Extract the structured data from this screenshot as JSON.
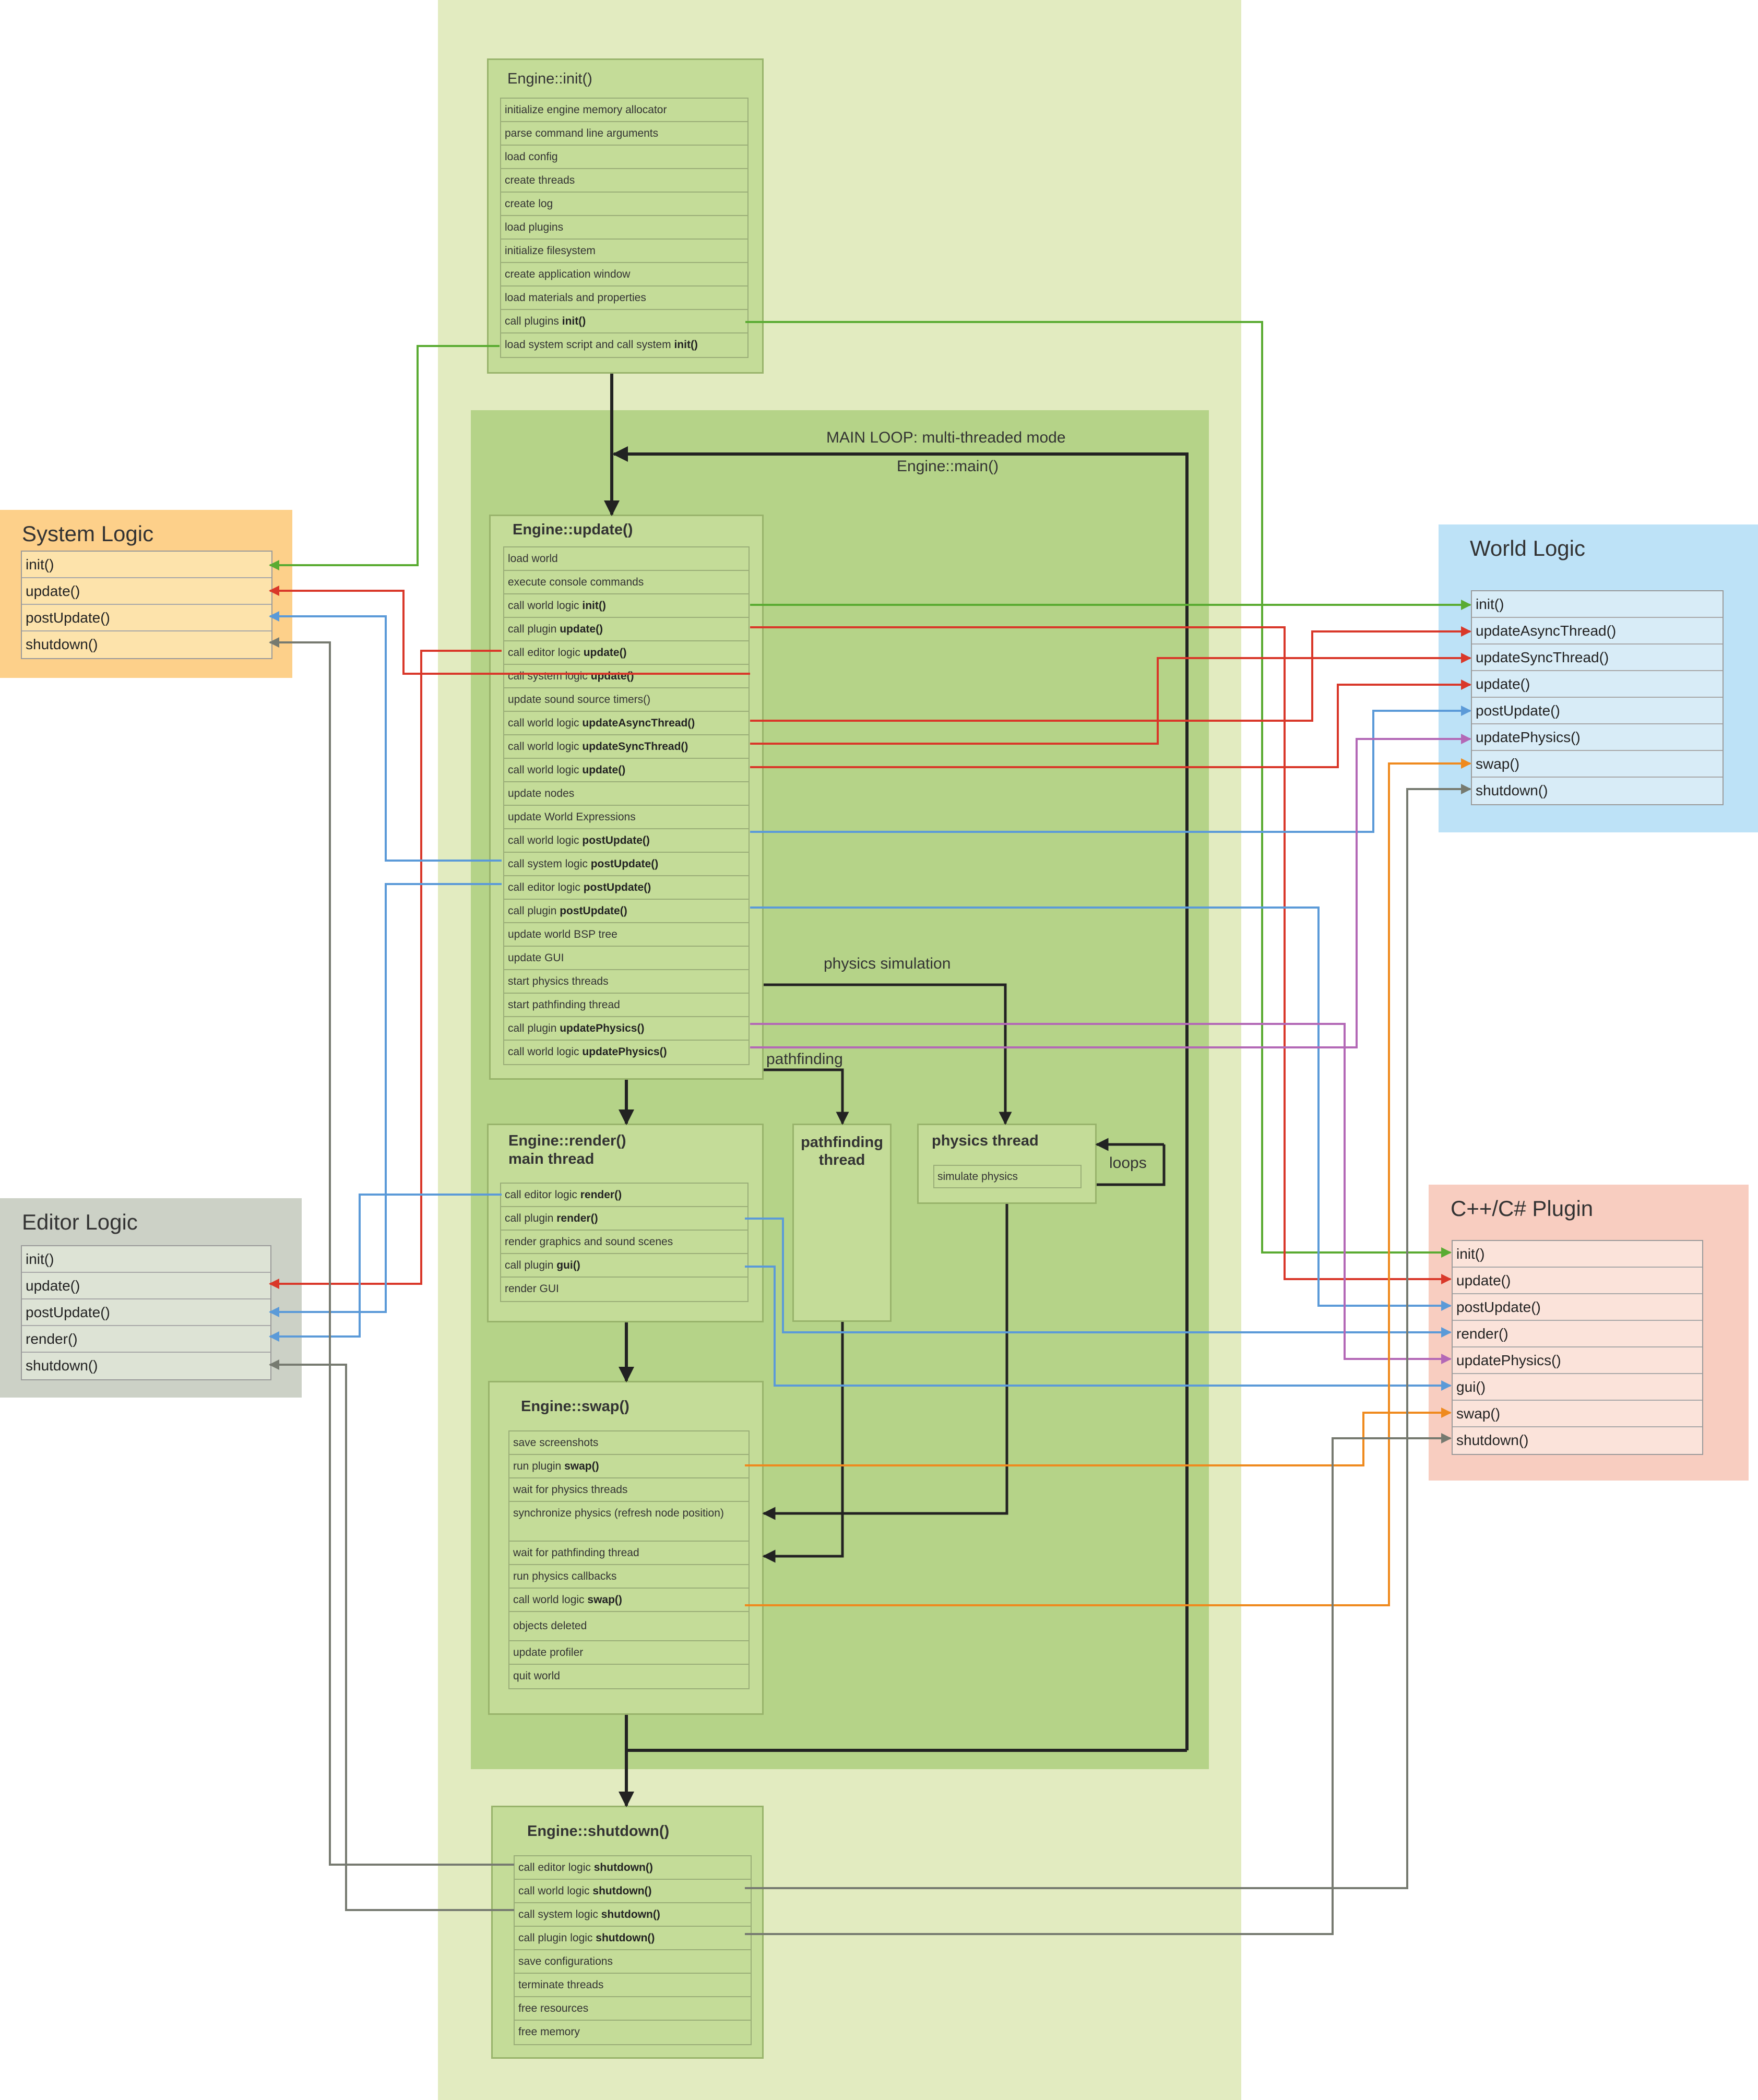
{
  "main_loop": {
    "label": "MAIN LOOP: multi-threaded mode",
    "sublabel": "Engine::main()"
  },
  "init": {
    "title": "Engine::init()",
    "rows": [
      {
        "text": "initialize engine memory allocator",
        "bold": ""
      },
      {
        "text": "parse command line arguments",
        "bold": ""
      },
      {
        "text": "load config",
        "bold": ""
      },
      {
        "text": "create threads",
        "bold": ""
      },
      {
        "text": "create log",
        "bold": ""
      },
      {
        "text": "load plugins",
        "bold": ""
      },
      {
        "text": "initialize filesystem",
        "bold": ""
      },
      {
        "text": "create application window",
        "bold": ""
      },
      {
        "text": "load materials and properties",
        "bold": ""
      },
      {
        "text": "call plugins ",
        "bold": "init()"
      },
      {
        "text": "load system script and call system ",
        "bold": "init()"
      }
    ]
  },
  "update": {
    "title": "Engine::update()",
    "rows": [
      {
        "text": "load world",
        "bold": ""
      },
      {
        "text": "execute console commands",
        "bold": ""
      },
      {
        "text": "call world logic ",
        "bold": "init()"
      },
      {
        "text": "call plugin ",
        "bold": "update()"
      },
      {
        "text": "call editor logic ",
        "bold": "update()"
      },
      {
        "text": "call system logic ",
        "bold": "update()"
      },
      {
        "text": "update sound source timers()",
        "bold": ""
      },
      {
        "text": "call world logic ",
        "bold": "updateAsyncThread()"
      },
      {
        "text": "call world logic ",
        "bold": "updateSyncThread()"
      },
      {
        "text": "call world logic ",
        "bold": "update()"
      },
      {
        "text": "update nodes",
        "bold": ""
      },
      {
        "text": "update World Expressions",
        "bold": ""
      },
      {
        "text": "call world logic ",
        "bold": "postUpdate()"
      },
      {
        "text": "call system logic ",
        "bold": "postUpdate()"
      },
      {
        "text": "call editor logic ",
        "bold": "postUpdate()"
      },
      {
        "text": "call plugin ",
        "bold": "postUpdate()"
      },
      {
        "text": "update world BSP tree",
        "bold": ""
      },
      {
        "text": "update GUI",
        "bold": ""
      },
      {
        "text": "start physics threads",
        "bold": ""
      },
      {
        "text": "start pathfinding thread",
        "bold": ""
      },
      {
        "text": "call plugin ",
        "bold": "updatePhysics()"
      },
      {
        "text": "call world logic ",
        "bold": "updatePhysics()"
      }
    ]
  },
  "render": {
    "title_line1": "Engine::render()",
    "title_line2": "main thread",
    "rows": [
      {
        "text": "call editor logic ",
        "bold": "render()"
      },
      {
        "text": "call plugin ",
        "bold": "render()"
      },
      {
        "text": "render graphics and sound scenes",
        "bold": ""
      },
      {
        "text": "call plugin ",
        "bold": "gui()"
      },
      {
        "text": "render GUI",
        "bold": ""
      }
    ]
  },
  "pathfinding_thread": {
    "line1": "pathfinding",
    "line2": "thread"
  },
  "physics_thread": {
    "title": "physics thread",
    "row": "simulate physics"
  },
  "flow_labels": {
    "physics_simulation": "physics simulation",
    "pathfinding": "pathfinding",
    "loops": "loops"
  },
  "swap": {
    "title": "Engine::swap()",
    "rows": [
      {
        "text": "save screenshots",
        "bold": ""
      },
      {
        "text": "run plugin ",
        "bold": "swap()"
      },
      {
        "text": "wait for physics threads",
        "bold": ""
      },
      {
        "text": "synchronize physics (refresh node position)",
        "bold": ""
      },
      {
        "text": "wait for pathfinding thread",
        "bold": ""
      },
      {
        "text": "run physics callbacks",
        "bold": ""
      },
      {
        "text": "call world logic ",
        "bold": "swap()"
      },
      {
        "text": "objects deleted",
        "bold": ""
      },
      {
        "text": "update profiler",
        "bold": ""
      },
      {
        "text": "quit world",
        "bold": ""
      }
    ]
  },
  "shutdown": {
    "title": "Engine::shutdown()",
    "rows": [
      {
        "text": "call editor logic ",
        "bold": "shutdown()"
      },
      {
        "text": "call world logic ",
        "bold": "shutdown()"
      },
      {
        "text": "call system logic ",
        "bold": "shutdown()"
      },
      {
        "text": "call plugin logic ",
        "bold": "shutdown()"
      },
      {
        "text": "save configurations",
        "bold": ""
      },
      {
        "text": "terminate threads",
        "bold": ""
      },
      {
        "text": "free resources",
        "bold": ""
      },
      {
        "text": "free memory",
        "bold": ""
      }
    ]
  },
  "system_logic": {
    "title": "System Logic",
    "color": "#fdd08a",
    "row_color": "#fde3ab",
    "items": [
      "init()",
      "update()",
      "postUpdate()",
      "shutdown()"
    ]
  },
  "editor_logic": {
    "title": "Editor Logic",
    "color": "#ccd1c6",
    "row_color": "#dde3d5",
    "items": [
      "init()",
      "update()",
      "postUpdate()",
      "render()",
      "shutdown()"
    ]
  },
  "world_logic": {
    "title": "World Logic",
    "color": "#bde2f7",
    "row_color": "#d8ecf7",
    "items": [
      "init()",
      "updateAsyncThread()",
      "updateSyncThread()",
      "update()",
      "postUpdate()",
      "updatePhysics()",
      "swap()",
      "shutdown()"
    ]
  },
  "plugin": {
    "title": "C++/C# Plugin",
    "color": "#f8cdc0",
    "row_color": "#fbe3da",
    "items": [
      "init()",
      "update()",
      "postUpdate()",
      "render()",
      "updatePhysics()",
      "gui()",
      "swap()",
      "shutdown()"
    ]
  },
  "colors": {
    "init": "#5aab32",
    "update": "#d9382a",
    "postUpdate": "#5b9ad8",
    "updatePhysics": "#b368b6",
    "swap": "#ef8a1e",
    "shutdown": "#767a70",
    "flow": "#222222"
  }
}
